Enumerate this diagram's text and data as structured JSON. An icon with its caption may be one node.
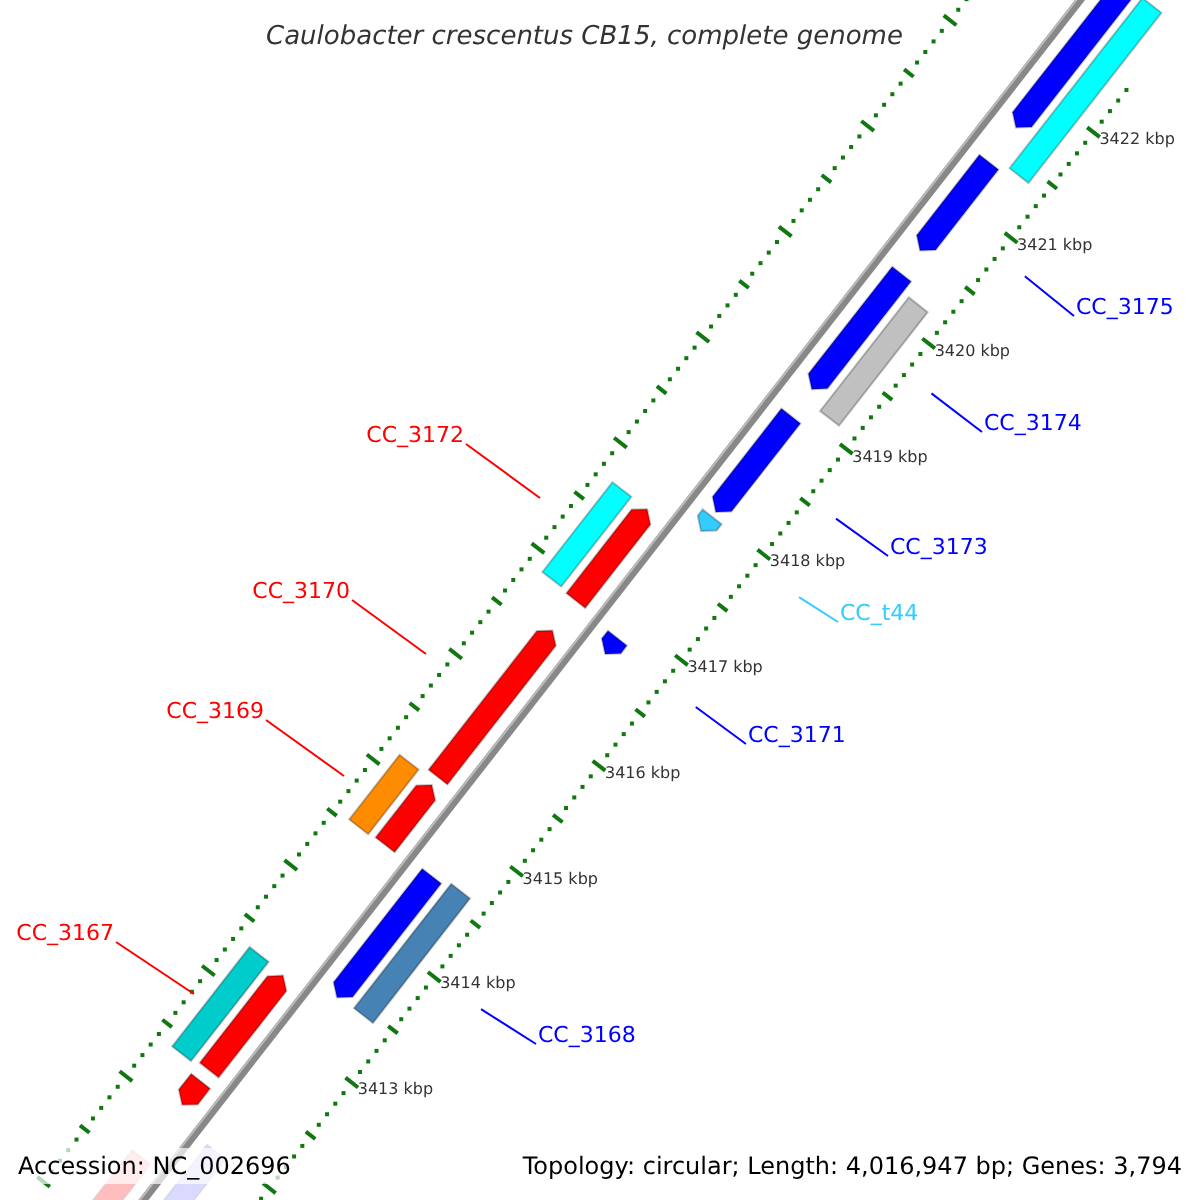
{
  "diagram": {
    "title": "Caulobacter crescentus CB15, complete genome",
    "nodes": [
      {
        "text": [
          "CC_3175"
        ]
      },
      {
        "text": [
          "CC_3174"
        ]
      },
      {
        "text": [
          "CC_3172"
        ]
      },
      {
        "text": [
          "CC_3173"
        ]
      },
      {
        "text": [
          "CC_3170"
        ]
      },
      {
        "text": [
          "CC_t44"
        ]
      },
      {
        "text": [
          "CC_3169"
        ]
      },
      {
        "text": [
          "CC_3171"
        ]
      },
      {
        "text": [
          "CC_3167"
        ]
      },
      {
        "text": [
          "CC_3168"
        ]
      }
    ],
    "edges": [
      {
        "from": 0,
        "to": null,
        "arrow": "none"
      },
      {
        "from": 1,
        "to": null,
        "arrow": "none"
      },
      {
        "from": 2,
        "to": null,
        "arrow": "none",
        "color": "#ff0000"
      },
      {
        "from": 3,
        "to": null,
        "arrow": "none"
      },
      {
        "from": 4,
        "to": null,
        "arrow": "none",
        "color": "#ff0000"
      },
      {
        "from": 5,
        "to": null,
        "arrow": "none",
        "color": "#33ccff"
      },
      {
        "from": 6,
        "to": null,
        "arrow": "none",
        "color": "#ff0000"
      },
      {
        "from": 7,
        "to": null,
        "arrow": "none"
      },
      {
        "from": 8,
        "to": null,
        "arrow": "none",
        "color": "#ff0000"
      },
      {
        "from": 9,
        "to": null,
        "arrow": "none"
      }
    ],
    "labels": [
      "3422 kbp",
      "3421 kbp",
      "3420 kbp",
      "3419 kbp",
      "3418 kbp",
      "3417 kbp",
      "3416 kbp",
      "3415 kbp",
      "3414 kbp",
      "3413 kbp",
      "Accession: NC_002696",
      "Topology: circular; Length: 4,016,947 bp; Genes: 3,794"
    ]
  }
}
